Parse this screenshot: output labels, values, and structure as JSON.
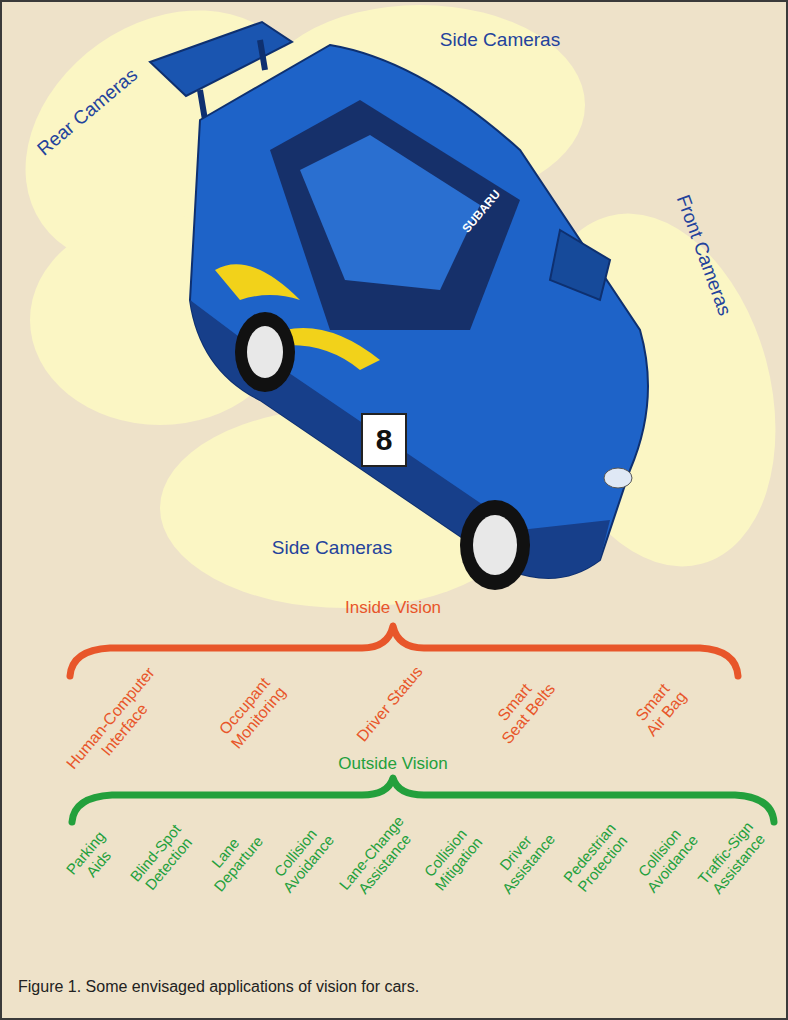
{
  "diagram": {
    "caption": "Figure 1. Some envisaged applications of vision for cars.",
    "nodes": [
      {
        "text": [
          "Rear Cameras"
        ]
      },
      {
        "text": [
          "Side Cameras"
        ]
      },
      {
        "text": [
          "Front Cameras"
        ]
      },
      {
        "text": [
          "Side Cameras"
        ]
      }
    ],
    "labels": [
      "SUBARU",
      "8",
      "Inside Vision",
      "Human-Computer Interface",
      "Occupant Monitoring",
      "Driver Status",
      "Smart Seat Belts",
      "Smart Air Bag",
      "Outside Vision",
      "Parking Aids",
      "Blind-Spot Detection",
      "Lane Departure",
      "Collision Avoidance",
      "Lane-Change Assistance",
      "Collision Mitigation",
      "Driver Assistance",
      "Pedestrian Protection",
      "Collision Avoidance",
      "Traffic-Sign Assistance"
    ]
  }
}
